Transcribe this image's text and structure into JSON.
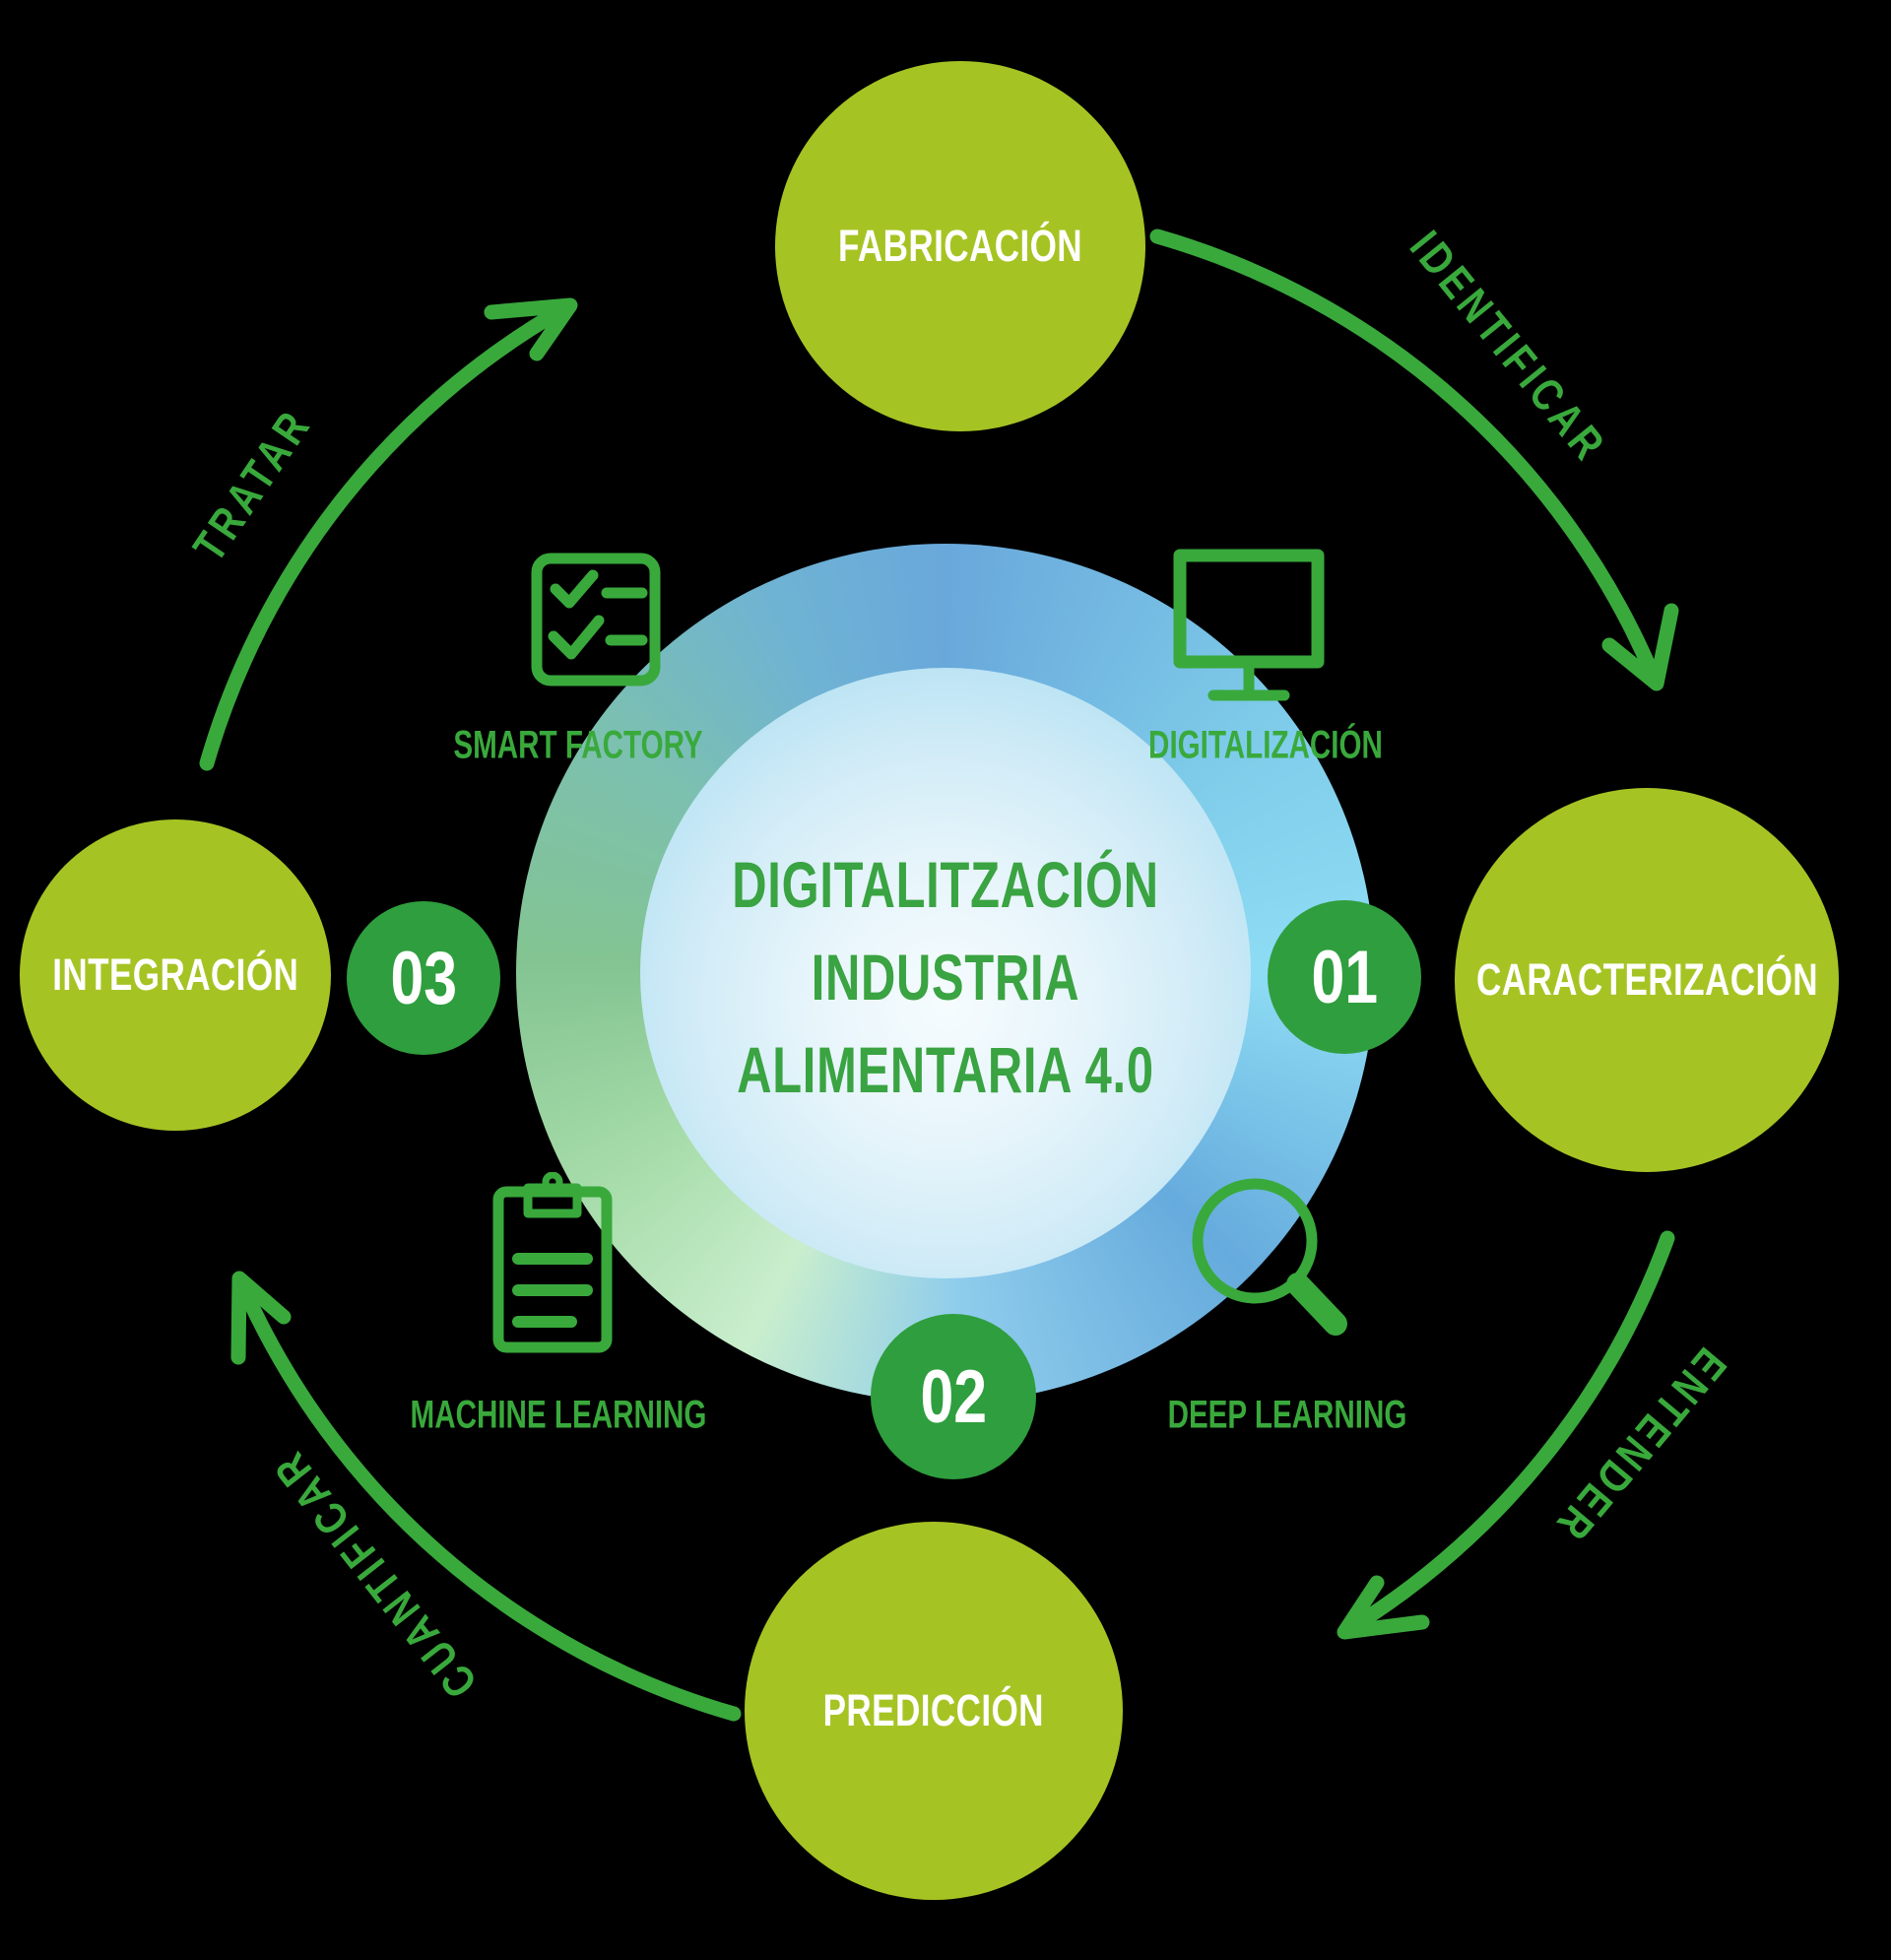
{
  "title": {
    "lines": [
      "DIGITALITZACIÓN",
      "INDUSTRIA",
      "ALIMENTARIA 4.0"
    ]
  },
  "outer_nodes": [
    {
      "id": "fabricacion",
      "label": "FABRICACIÓN"
    },
    {
      "id": "caracterizacion",
      "label": "CARACTERIZACIÓN"
    },
    {
      "id": "prediccion",
      "label": "PREDICCIÓN"
    },
    {
      "id": "integracion",
      "label": "INTEGRACIÓN"
    }
  ],
  "steps": [
    {
      "number": "01"
    },
    {
      "number": "02"
    },
    {
      "number": "03"
    }
  ],
  "inner_features": [
    {
      "id": "smart-factory",
      "label": "SMART FACTORY",
      "icon": "checklist-icon"
    },
    {
      "id": "digitalizacion",
      "label": "DIGITALIZACIÓN",
      "icon": "monitor-icon"
    },
    {
      "id": "machine-learning",
      "label": "MACHINE LEARNING",
      "icon": "clipboard-icon"
    },
    {
      "id": "deep-learning",
      "label": "DEEP LEARNING",
      "icon": "magnifier-icon"
    }
  ],
  "arrow_labels": [
    {
      "id": "identificar",
      "label": "IDENTIFICAR",
      "position": "top-right"
    },
    {
      "id": "entender",
      "label": "ENTENDER",
      "position": "bottom-right"
    },
    {
      "id": "cuantificar",
      "label": "CUANTIFICAR",
      "position": "bottom-left"
    },
    {
      "id": "tratar",
      "label": "TRATAR",
      "position": "top-left"
    }
  ],
  "colors": {
    "background": "#000000",
    "node_fill": "#a5c424",
    "node_text": "#ffffff",
    "step_fill": "#2f9e3e",
    "accent_green": "#39a93c",
    "title_green": "#3aa342",
    "ring_blue": "#69a8db",
    "ring_cyan": "#8edcf4",
    "ring_green": "#83c492",
    "inner_light": "#e7f5fb"
  }
}
